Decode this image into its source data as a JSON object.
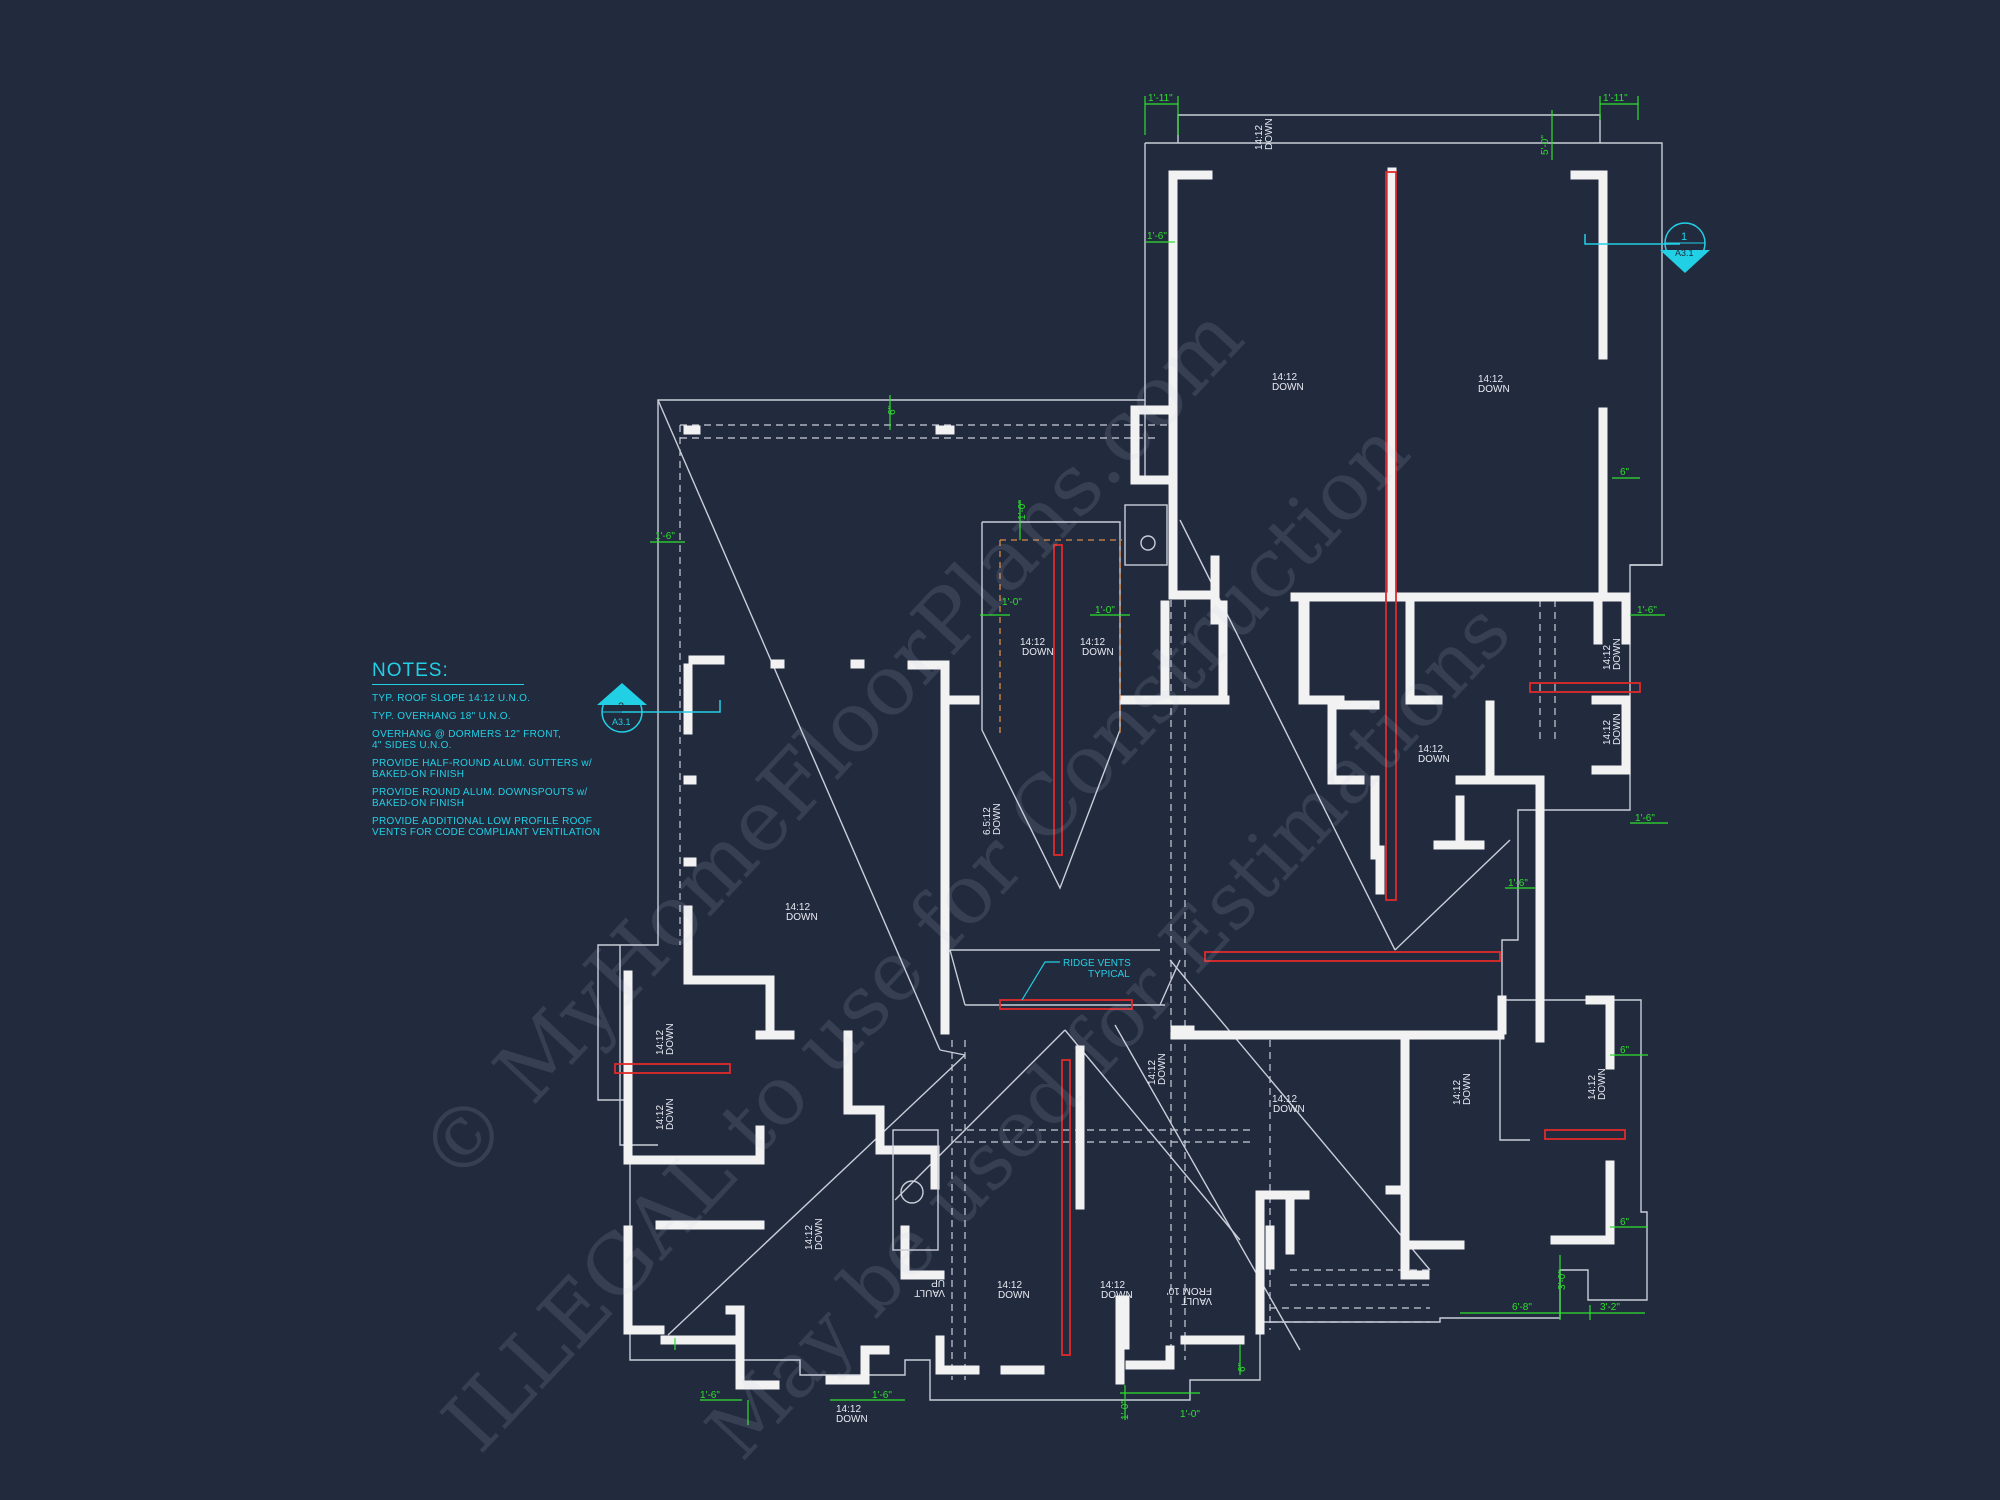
{
  "notes": {
    "title": "NOTES:",
    "items": [
      "TYP. ROOF SLOPE 14:12 U.N.O.",
      "TYP. OVERHANG 18\" U.N.O.",
      "OVERHANG @ DORMERS 12\" FRONT,\n4\" SIDES U.N.O.",
      "PROVIDE HALF-ROUND ALUM. GUTTERS w/\nBAKED-ON FINISH",
      "PROVIDE ROUND ALUM. DOWNSPOUTS w/\nBAKED-ON FINISH",
      "PROVIDE ADDITIONAL LOW PROFILE ROOF\nVENTS FOR CODE COMPLIANT VENTILATION"
    ]
  },
  "section_markers": [
    {
      "number": "1",
      "sheet": "A3.1"
    },
    {
      "number": "2",
      "sheet": "A3.1"
    }
  ],
  "slope_labels": {
    "slope": "14:12",
    "down": "DOWN",
    "slope_alt": "6.5:12",
    "up": "UP",
    "vault_1": "VAULT",
    "vault_2": "FROM 10'"
  },
  "ridge_vents": {
    "line1": "RIDGE VENTS",
    "line2": "TYPICAL"
  },
  "dimensions": {
    "d1_11": "1'-11\"",
    "d1_6": "1'-6\"",
    "d1_0": "1'-0\"",
    "d6": "6\"",
    "d3_0": "3'-0\"",
    "d6_8": "6'-8\"",
    "d3_2": "3'-2\"",
    "d5_0": "5'-0\""
  },
  "watermark": {
    "line1": "© MyHomeFloorPlans.com",
    "line2": "ILLEGAL to use for Construction",
    "line3": "May be used for Estimations"
  },
  "colors": {
    "background": "#222a3d",
    "wall": "#f2f2f2",
    "roof_line": "#c9ced9",
    "ridge_vent": "#e02a2a",
    "dimension": "#2ee02e",
    "annotation": "#22d0e6",
    "dormer_dash": "#d98a4a"
  }
}
